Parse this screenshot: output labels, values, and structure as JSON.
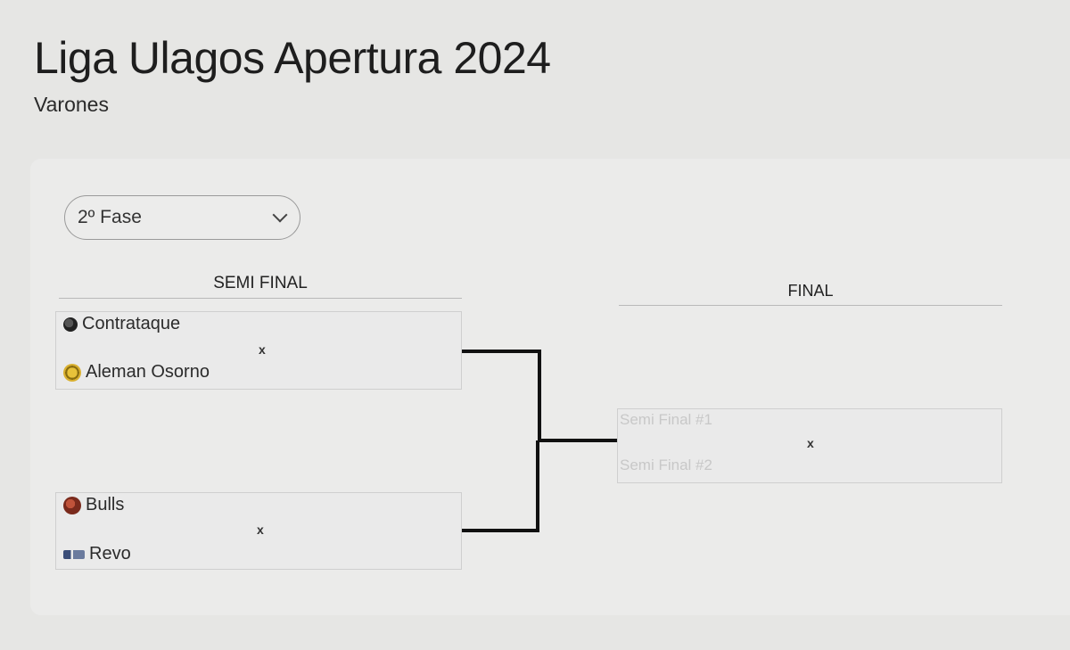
{
  "header": {
    "title": "Liga Ulagos Apertura 2024",
    "subtitle": "Varones"
  },
  "phase_select": {
    "value": "2º Fase"
  },
  "rounds": {
    "semi": "SEMI FINAL",
    "final": "FINAL"
  },
  "semi_1": {
    "home": "Contrataque",
    "away": "Aleman Osorno",
    "vs": "x"
  },
  "semi_2": {
    "home": "Bulls",
    "away": "Revo",
    "vs": "x"
  },
  "final": {
    "home": "Semi Final #1",
    "away": "Semi Final #2",
    "vs": "x"
  },
  "icons": {
    "chevron": "chevron-down-icon",
    "contrataque": "team-logo-contrataque",
    "aleman": "team-logo-aleman-osorno",
    "bulls": "team-logo-bulls",
    "revo": "team-logo-revo"
  },
  "colors": {
    "background": "#e6e6e4",
    "card": "#ebebea",
    "bracket_line": "#111111",
    "placeholder_text": "#c8c8c8"
  }
}
